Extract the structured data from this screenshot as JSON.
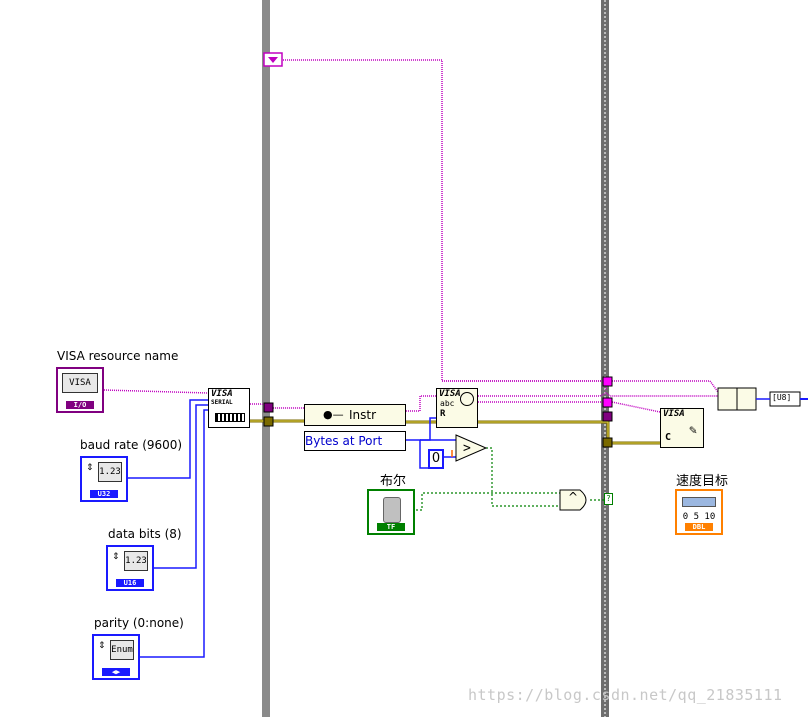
{
  "labels": {
    "visa_resource_name": "VISA resource name",
    "baud_rate": "baud rate (9600)",
    "data_bits": "data bits (8)",
    "parity": "parity (0:none)",
    "bool": "布尔",
    "speed_target": "速度目标"
  },
  "controls": {
    "visa_resource": {
      "text": "VISA",
      "tag": "I/O"
    },
    "baud_rate": {
      "text": "1.23",
      "tag": "U32"
    },
    "data_bits": {
      "text": "1.23",
      "tag": "U16"
    },
    "parity": {
      "text": "Enum",
      "tag": ""
    },
    "bool": {
      "tag": "TF"
    },
    "speed_target": {
      "text": "0 5 10",
      "tag": "DBL"
    }
  },
  "nodes": {
    "visa_serial": {
      "title": "VISA",
      "subtitle": "SERIAL"
    },
    "property_node": {
      "header": "Instr",
      "row": "Bytes at Port"
    },
    "visa_read": {
      "title": "VISA",
      "sub1": "abc",
      "sub2": "R"
    },
    "visa_close": {
      "title": "VISA",
      "sub": "C"
    },
    "constant_zero": "0",
    "and_symbol": "^",
    "cond_terminal": "?",
    "u8_label": "[U8]"
  },
  "watermark": "https://blog.csdn.net/qq_21835111",
  "colors": {
    "visa_wire": "#c000c0",
    "error_wire": "#7a6a00",
    "numeric_wire": "#1a1aff",
    "bool_wire": "#008000",
    "frame_gray": "#8a8a8a",
    "bool_ctl": "#008000",
    "dbl_ctl": "#ff8000"
  }
}
